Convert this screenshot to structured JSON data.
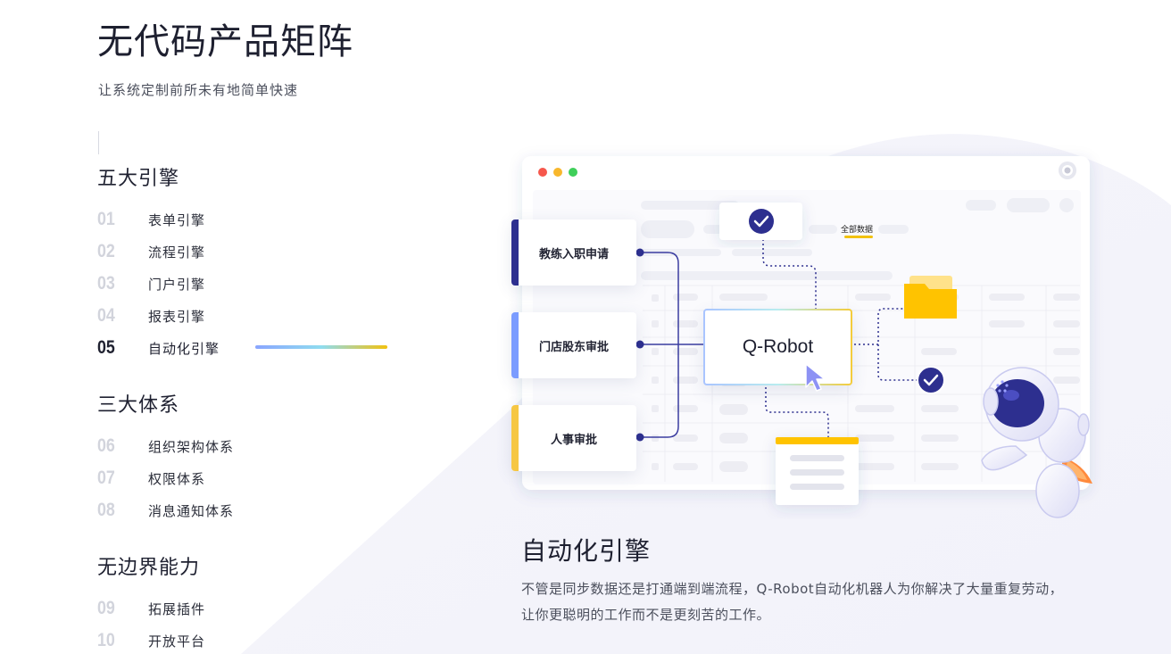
{
  "page": {
    "title": "无代码产品矩阵",
    "subtitle": "让系统定制前所未有地简单快速"
  },
  "groups": [
    {
      "title": "五大引擎",
      "items": [
        {
          "num": "01",
          "label": "表单引擎"
        },
        {
          "num": "02",
          "label": "流程引擎"
        },
        {
          "num": "03",
          "label": "门户引擎"
        },
        {
          "num": "04",
          "label": "报表引擎"
        },
        {
          "num": "05",
          "label": "自动化引擎"
        }
      ]
    },
    {
      "title": "三大体系",
      "items": [
        {
          "num": "06",
          "label": "组织架构体系"
        },
        {
          "num": "07",
          "label": "权限体系"
        },
        {
          "num": "08",
          "label": "消息通知体系"
        }
      ]
    },
    {
      "title": "无边界能力",
      "items": [
        {
          "num": "09",
          "label": "拓展插件"
        },
        {
          "num": "10",
          "label": "开放平台"
        }
      ]
    }
  ],
  "active_item": "05",
  "illustration": {
    "cards": [
      "教练入职申请",
      "门店股东审批",
      "人事审批"
    ],
    "center_label": "Q-Robot",
    "tab_label": "全部数据",
    "icons": [
      "check-circle-icon",
      "folder-icon",
      "cursor-icon",
      "robot-mascot",
      "eye-icon",
      "document-icon"
    ],
    "colors": {
      "accent_navy": "#2d2f8f",
      "accent_blue": "#7b9cff",
      "accent_yellow": "#f6c744",
      "folder": "#ffc300"
    }
  },
  "detail": {
    "title": "自动化引擎",
    "description": "不管是同步数据还是打通端到端流程，Q-Robot自动化机器人为你解决了大量重复劳动，让你更聪明的工作而不是更刻苦的工作。"
  }
}
